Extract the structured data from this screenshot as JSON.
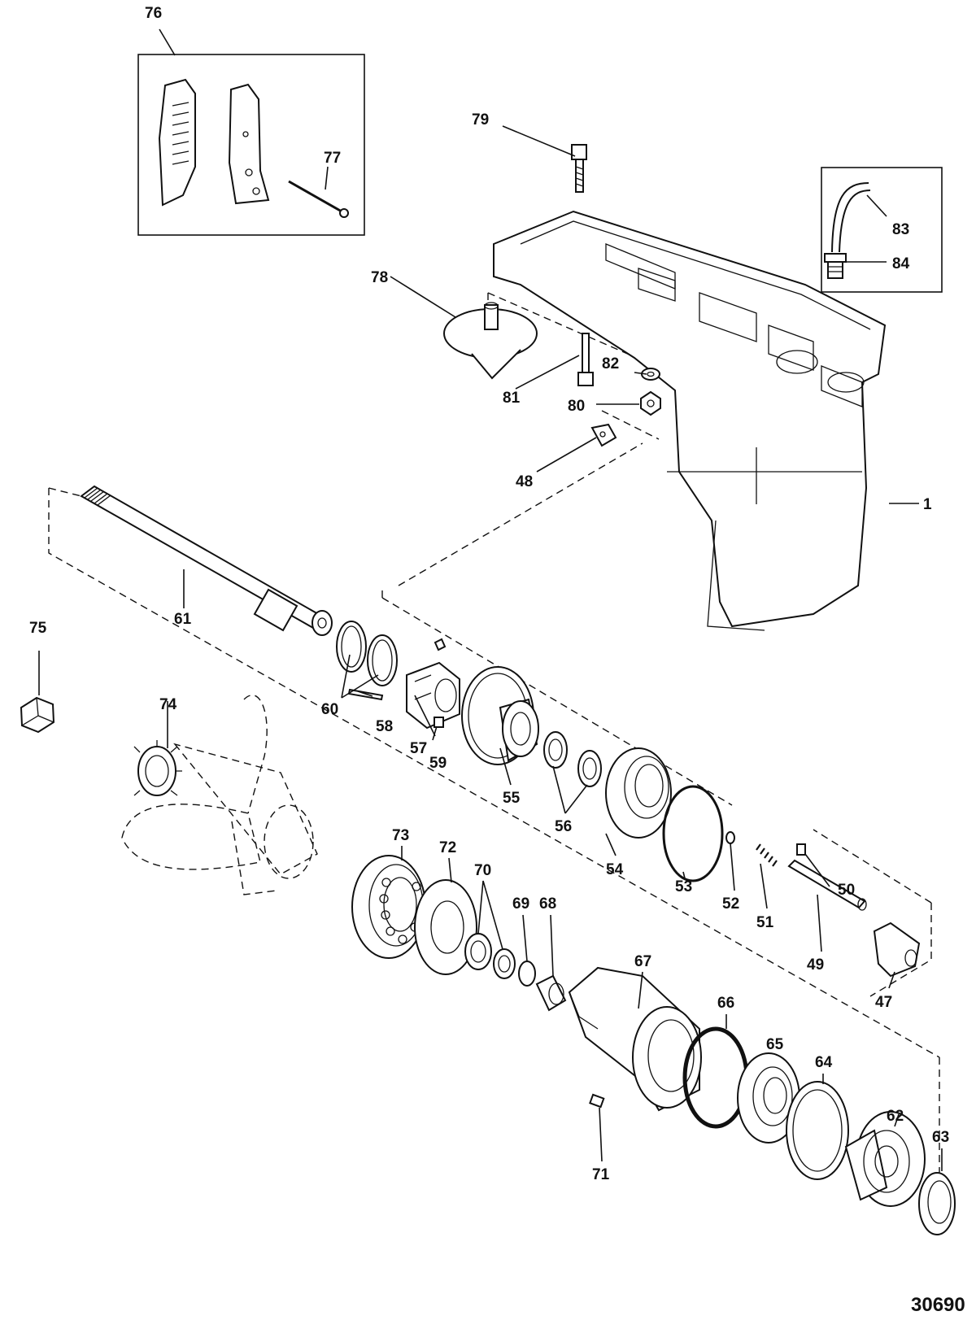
{
  "figure_number": "30690",
  "parts": [
    {
      "id": "p1",
      "label": "1"
    },
    {
      "id": "p47",
      "label": "47"
    },
    {
      "id": "p48",
      "label": "48"
    },
    {
      "id": "p49",
      "label": "49"
    },
    {
      "id": "p50",
      "label": "50"
    },
    {
      "id": "p51",
      "label": "51"
    },
    {
      "id": "p52",
      "label": "52"
    },
    {
      "id": "p53",
      "label": "53"
    },
    {
      "id": "p54",
      "label": "54"
    },
    {
      "id": "p55",
      "label": "55"
    },
    {
      "id": "p56",
      "label": "56"
    },
    {
      "id": "p57",
      "label": "57"
    },
    {
      "id": "p58",
      "label": "58"
    },
    {
      "id": "p59",
      "label": "59"
    },
    {
      "id": "p60",
      "label": "60"
    },
    {
      "id": "p61",
      "label": "61"
    },
    {
      "id": "p62",
      "label": "62"
    },
    {
      "id": "p63",
      "label": "63"
    },
    {
      "id": "p64",
      "label": "64"
    },
    {
      "id": "p65",
      "label": "65"
    },
    {
      "id": "p66",
      "label": "66"
    },
    {
      "id": "p67",
      "label": "67"
    },
    {
      "id": "p68",
      "label": "68"
    },
    {
      "id": "p69",
      "label": "69"
    },
    {
      "id": "p70",
      "label": "70"
    },
    {
      "id": "p71",
      "label": "71"
    },
    {
      "id": "p72",
      "label": "72"
    },
    {
      "id": "p73",
      "label": "73"
    },
    {
      "id": "p74",
      "label": "74"
    },
    {
      "id": "p75",
      "label": "75"
    },
    {
      "id": "p76",
      "label": "76"
    },
    {
      "id": "p77",
      "label": "77"
    },
    {
      "id": "p78",
      "label": "78"
    },
    {
      "id": "p79",
      "label": "79"
    },
    {
      "id": "p80",
      "label": "80"
    },
    {
      "id": "p81",
      "label": "81"
    },
    {
      "id": "p82",
      "label": "82"
    },
    {
      "id": "p83",
      "label": "83"
    },
    {
      "id": "p84",
      "label": "84"
    }
  ]
}
